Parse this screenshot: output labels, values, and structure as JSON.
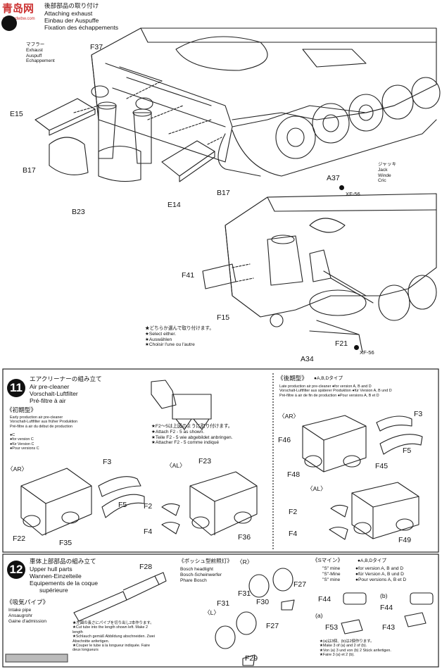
{
  "watermark": {
    "logo": "青岛网",
    "url": "www.qdwbw.com"
  },
  "step10": {
    "title_jp": "後部部品の取り付け",
    "title_en": "Attaching exhaust",
    "title_de": "Einbau der Auspuffe",
    "title_fr": "Fixation des échappements",
    "muffler": [
      "マフラー",
      "Exhaust",
      "Auspuff",
      "Echappement"
    ],
    "jack": [
      "ジャッキ",
      "Jack",
      "Winde",
      "Cric"
    ],
    "labels": {
      "F37": "F37",
      "E15": "E15",
      "B17a": "B17",
      "B17b": "B17",
      "B23": "B23",
      "E14": "E14",
      "A37": "A37",
      "F41": "F41",
      "F15": "F15",
      "F21": "F21",
      "A34": "A34"
    },
    "paint1": "XF-56",
    "paint2": "XF-56",
    "select_note": [
      "★どちらか選んで取り付けます。",
      "★Select either.",
      "★Auswählen",
      "★Choisir l'une ou l'autre"
    ]
  },
  "step11": {
    "number": "11",
    "title_jp": "エアクリーナーの組み立て",
    "title_en": "Air pre-cleaner",
    "title_de": "Vorschalt-Luftfilter",
    "title_fr": "Pré-filtre à air",
    "early_title": "《初期型》",
    "early_lines": [
      "Early production air pre-cleaner",
      "Vorschalt-Luftfilter aus früher Produktion",
      "Pré-filtre à air du début de production"
    ],
    "early_versions": [
      "●C",
      "●for version C",
      "●für Version C",
      "●Pour versions C"
    ],
    "note_lines": [
      "★F2～5は上図のように取り付けます。",
      "★Attach F2 - 5 as shown.",
      "★Teile F2 - 5 wie abgebildet anbringen.",
      "★Attacher F2 - 5 comme indiqué"
    ],
    "late_title": "《後期型》",
    "late_version": "●A,B,Dタイプ",
    "late_lines": [
      "Late production air pre-cleaner  ●for version A, B and D",
      "Vorschalt-Luftfilter aus späterer Produktion ●für Version A, B und D",
      "Pré-filtre à air de fin de production ●Pour versions A, B et D"
    ],
    "ar1": "〈AR〉",
    "al1": "〈AL〉",
    "ar2": "〈AR〉",
    "al2": "〈AL〉",
    "labels": {
      "F3a": "F3",
      "F5a": "F5",
      "F22": "F22",
      "F35": "F35",
      "F23": "F23",
      "F2a": "F2",
      "F4a": "F4",
      "F36": "F36",
      "F3b": "F3",
      "F46": "F46",
      "F5b": "F5",
      "F48": "F48",
      "F45": "F45",
      "F2b": "F2",
      "F4b": "F4",
      "F49": "F49"
    }
  },
  "step12": {
    "number": "12",
    "title_jp": "車体上部部品の組み立て",
    "title_en": "Upper hull parts",
    "title_de": "Wannen-Einzelteile",
    "title_fr1": "Equipements de la coque",
    "title_fr2": "supérieure",
    "f28": "F28",
    "intake_title": "《吸気パイプ》",
    "intake_lines": [
      "Intake pipe",
      "Ansaugrohr",
      "Gaine d'admission"
    ],
    "cut_lines": [
      "★左図の長さにパイプを切り出し2本作ります。",
      "★Cut tube into the length shown left. Make 2",
      "  length",
      "★Schlauch gemäß Abbildung abschneiden. Zwei",
      "  Abschnitte anfertigen.",
      "★Couper le tube à la longueur indiquée. Faire",
      "  deux longueurs"
    ],
    "bosch_title": "《ボッシュ型前照灯》",
    "bosch_lines": [
      "Bosch headlight",
      "Bosch-Scheinwerfer",
      "Phare Bosch"
    ],
    "r": "〈R〉",
    "l": "〈L〉",
    "labels": {
      "F31a": "F31",
      "F27a": "F27",
      "F30": "F30",
      "F31b": "F31",
      "F27b": "F27",
      "F29": "F29",
      "F44a": "F44",
      "F44b": "F44",
      "F53": "F53",
      "F43": "F43"
    },
    "smine_title": "《Sマイン》",
    "smine_version": "●A,B,Dタイプ",
    "smine_lines": [
      "\"S\" mine",
      "\"S\"-Mine",
      "\"S\" mine"
    ],
    "smine_versions": [
      "●for version A, B and D",
      "●für Version A, B und D",
      "●Pour versions A, B et D"
    ],
    "a": "(a)",
    "b": "(b)",
    "make_lines": [
      "★(a)は3個、(b)は2個作ります。",
      "★Make 3 of (a) and 2 of (b).",
      "★Von (a) 3 und von (b) 2 Stück anfertigen.",
      "★Faire 3 (a) et 2 (b)."
    ]
  }
}
